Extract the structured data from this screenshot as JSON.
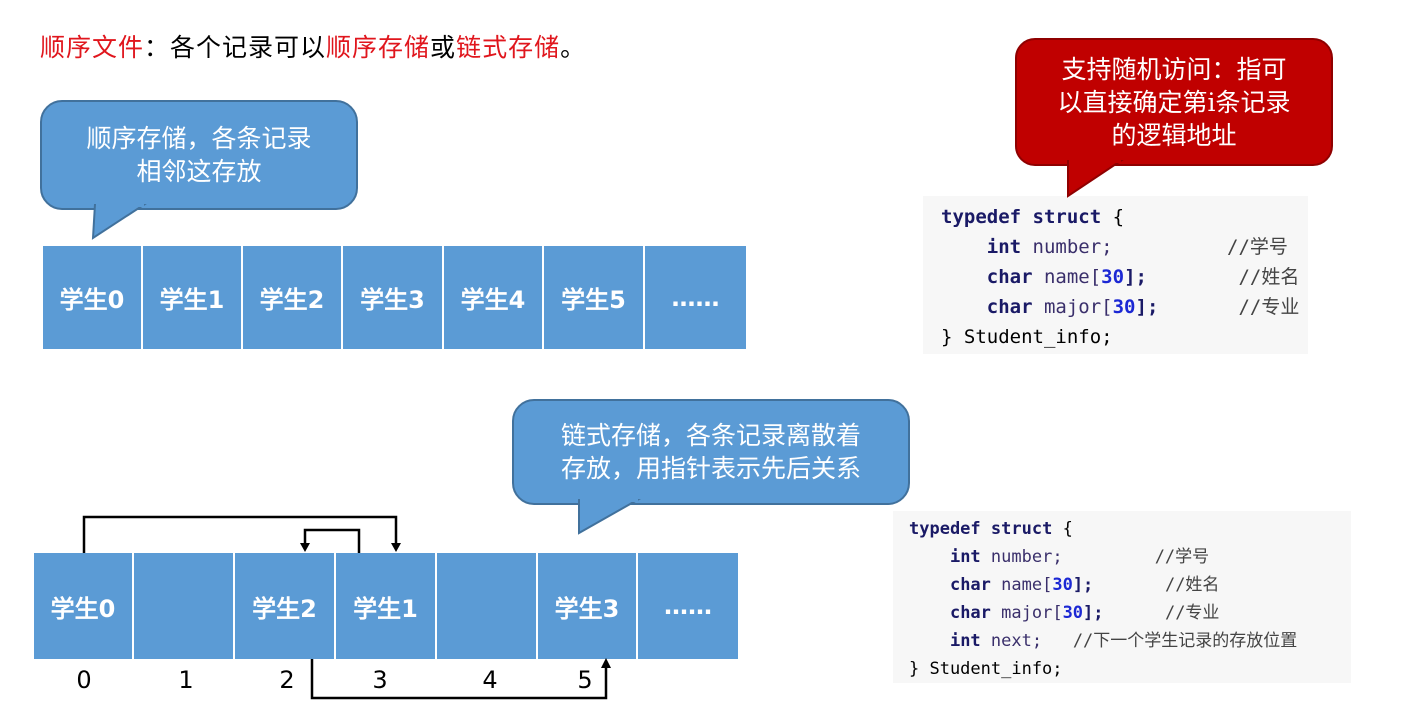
{
  "title": {
    "part1": "顺序文件",
    "part2": "：各个记录可以",
    "part3": "顺序存储",
    "part4": "或",
    "part5": "链式存储",
    "part6": "。"
  },
  "bubble_seq": {
    "line1": "顺序存储，各条记录",
    "line2": "相邻这存放"
  },
  "bubble_random": {
    "line1": "支持随机访问：指可",
    "line2": "以直接确定第i条记录",
    "line3": "的逻辑地址"
  },
  "bubble_link": {
    "line1": "链式存储，各条记录离散着",
    "line2": "存放，用指针表示先后关系"
  },
  "seq_cells": [
    "学生0",
    "学生1",
    "学生2",
    "学生3",
    "学生4",
    "学生5",
    "……"
  ],
  "link_cells": [
    "学生0",
    "",
    "学生2",
    "学生1",
    "",
    "学生3",
    "……"
  ],
  "link_indices": [
    "0",
    "1",
    "2",
    "3",
    "4",
    "5"
  ],
  "code1": {
    "kw_typedef": "typedef",
    "kw_struct": "struct",
    "brace_open": " {",
    "t_int": "int",
    "f_number": " number;",
    "c_number": "//学号",
    "t_char1": "char",
    "f_name": " name[",
    "n30a": "30",
    "f_name_end": "];",
    "c_name": "//姓名",
    "t_char2": "char",
    "f_major": " major[",
    "n30b": "30",
    "f_major_end": "];",
    "c_major": "//专业",
    "close": "} Student_info;"
  },
  "code2": {
    "kw_typedef": "typedef",
    "kw_struct": "struct",
    "brace_open": " {",
    "t_int": "int",
    "f_number": " number;",
    "c_number": "//学号",
    "t_char1": "char",
    "f_name": " name[",
    "n30a": "30",
    "f_name_end": "];",
    "c_name": "//姓名",
    "t_char2": "char",
    "f_major": " major[",
    "n30b": "30",
    "f_major_end": "];",
    "c_major": "//专业",
    "t_int2": "int",
    "f_next": " next;",
    "c_next": "//下一个学生记录的存放位置",
    "close": "} Student_info;"
  },
  "colors": {
    "cell": "#5b9bd5",
    "bubble_blue": "#5b9bd5",
    "bubble_red": "#c00000",
    "title_red": "#e0161d"
  }
}
